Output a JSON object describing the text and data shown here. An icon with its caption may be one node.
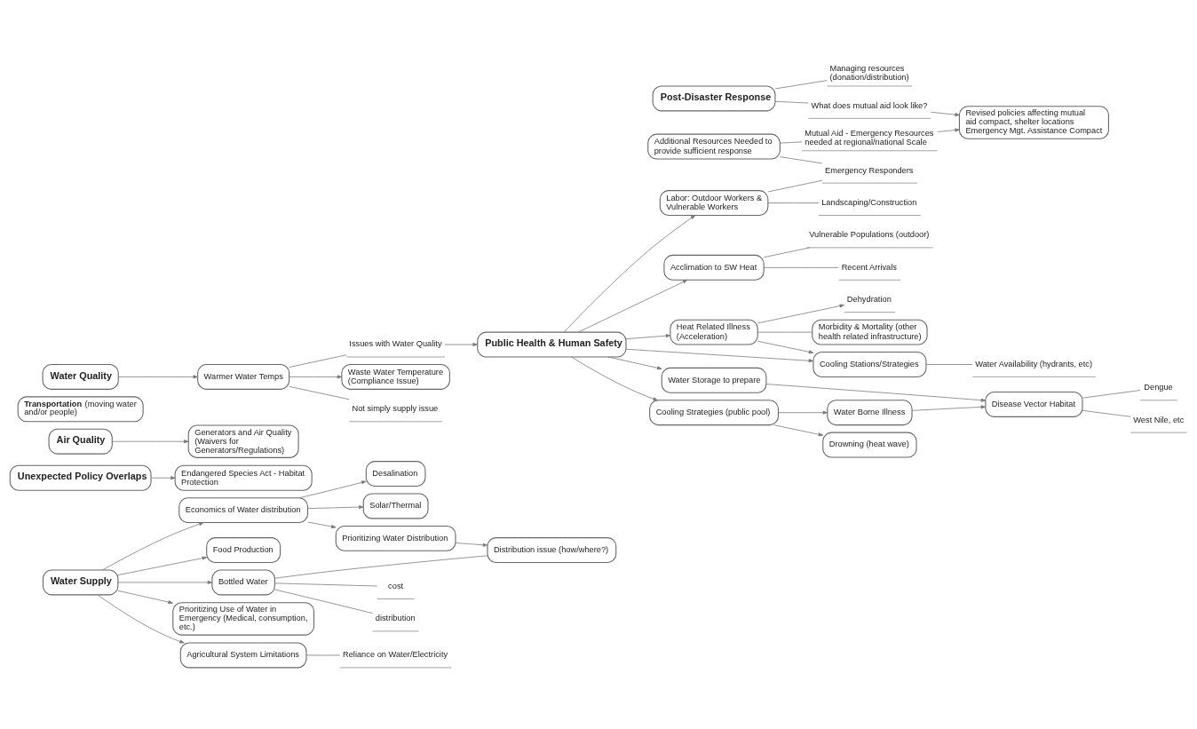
{
  "diagram": {
    "nodes": [
      {
        "text": [
          "Water Supply"
        ]
      },
      {
        "text": [
          "Economics of Water distribution"
        ]
      },
      {
        "text": [
          "Desalination"
        ]
      },
      {
        "text": [
          "Solar/Thermal"
        ]
      },
      {
        "text": [
          "Food Production"
        ]
      },
      {
        "text": [
          "Prioritizing Water Distribution"
        ]
      },
      {
        "text": [
          "Bottled Water"
        ]
      },
      {
        "text": [
          "Distribution issue (how/where?)"
        ]
      },
      {
        "text": [
          "cost"
        ]
      },
      {
        "text": [
          "distribution"
        ]
      },
      {
        "text": [
          "Prioritizing Use of Water in Emergency (Medical, consumption, etc.)"
        ]
      },
      {
        "text": [
          "Agricultural System Limitations"
        ]
      },
      {
        "text": [
          "Reliance on Water/Electricity"
        ]
      },
      {
        "text": [
          "Unexpected Policy Overlaps"
        ]
      },
      {
        "text": [
          "Endangered Species Act - Habitat Protection"
        ]
      },
      {
        "text": [
          "Air Quality"
        ]
      },
      {
        "text": [
          "Generators and Air Quality (Waivers for Generators/Regulations)"
        ]
      },
      {
        "text": [
          "**Transportation** (moving water and/or people)"
        ]
      },
      {
        "text": [
          "Post-Disaster Response"
        ]
      },
      {
        "text": [
          "Managing resources (donation/distribution)"
        ]
      },
      {
        "text": [
          "What does mutual aid look like?"
        ]
      },
      {
        "text": [
          "Warmer Water Temps"
        ]
      },
      {
        "text": [
          "Waste Water Temperature (Compliance Issue)"
        ]
      },
      {
        "text": [
          "Issues with Water Quality"
        ]
      },
      {
        "text": [
          "Not simply supply issue"
        ]
      },
      {
        "text": [
          "Water Quality"
        ]
      },
      {
        "text": [
          "Acclimation to SW Heat"
        ]
      },
      {
        "text": [
          "Vulnerable Populations (outdoor)"
        ]
      },
      {
        "text": [
          "Recent Arrivals"
        ]
      },
      {
        "text": [
          "Public Health & Human Safety"
        ]
      },
      {
        "text": [
          "Heat Related Illness (Acceleration)"
        ]
      },
      {
        "text": [
          "Dehydration"
        ]
      },
      {
        "text": [
          "Morbidity & Mortality (other health related infrastructure)"
        ]
      },
      {
        "text": [
          "Cooling Stations/Strategies"
        ]
      },
      {
        "text": [
          "Water Availability (hydrants, etc)"
        ]
      },
      {
        "text": [
          "Water Storage to prepare"
        ]
      },
      {
        "text": [
          "Cooling Strategies (public pool)"
        ]
      },
      {
        "text": [
          "Drowning (heat wave)"
        ]
      },
      {
        "text": [
          "Water Borne Illness"
        ]
      },
      {
        "text": [
          "Disease Vector Habitat"
        ]
      },
      {
        "text": [
          "Dengue"
        ]
      },
      {
        "text": [
          "West Nile, etc"
        ]
      },
      {
        "text": [
          "Labor: Outdoor Workers & Vulnerable Workers"
        ]
      },
      {
        "text": [
          "Landscaping/Construction"
        ]
      },
      {
        "text": [
          "Additional Resources Needed to provide sufficient response"
        ]
      },
      {
        "text": [
          "Emergency Responders"
        ]
      },
      {
        "text": [
          "Mutual Aid - Emergency Resources needed at regional/national Scale"
        ]
      },
      {
        "text": [
          "Revised policies affecting mutual aid compact, shelter locations Emergency Mgt. Assistance Compact"
        ]
      }
    ],
    "edges": [
      {
        "from": 0,
        "to": 1,
        "arrow": "to"
      },
      {
        "from": 1,
        "to": 2,
        "arrow": "to"
      },
      {
        "from": 1,
        "to": 3,
        "arrow": "to"
      },
      {
        "from": 0,
        "to": 4,
        "arrow": "to"
      },
      {
        "from": 1,
        "to": 5,
        "arrow": "to"
      },
      {
        "from": 0,
        "to": 6,
        "arrow": "to"
      },
      {
        "from": 5,
        "to": 7,
        "arrow": "to"
      },
      {
        "from": 6,
        "to": 7,
        "arrow": "none"
      },
      {
        "from": 6,
        "to": 8,
        "arrow": "none"
      },
      {
        "from": 6,
        "to": 9,
        "arrow": "none"
      },
      {
        "from": 0,
        "to": 10,
        "arrow": "to"
      },
      {
        "from": 0,
        "to": 11,
        "arrow": "to"
      },
      {
        "from": 11,
        "to": 12,
        "arrow": "none"
      },
      {
        "from": 13,
        "to": 14,
        "arrow": "to"
      },
      {
        "from": 15,
        "to": 16,
        "arrow": "to"
      },
      {
        "from": 18,
        "to": 19,
        "arrow": "none"
      },
      {
        "from": 18,
        "to": 20,
        "arrow": "none"
      },
      {
        "from": 20,
        "to": 47,
        "arrow": "to"
      },
      {
        "from": 21,
        "to": 22,
        "arrow": "to"
      },
      {
        "from": 21,
        "to": 23,
        "arrow": "none"
      },
      {
        "from": 21,
        "to": 24,
        "arrow": "none"
      },
      {
        "from": 25,
        "to": 21,
        "arrow": "to"
      },
      {
        "from": 23,
        "to": 29,
        "arrow": "to"
      },
      {
        "from": 29,
        "to": 26,
        "arrow": "to"
      },
      {
        "from": 26,
        "to": 27,
        "arrow": "none"
      },
      {
        "from": 26,
        "to": 28,
        "arrow": "none"
      },
      {
        "from": 29,
        "to": 30,
        "arrow": "to"
      },
      {
        "from": 30,
        "to": 31,
        "arrow": "to"
      },
      {
        "from": 30,
        "to": 32,
        "arrow": "none"
      },
      {
        "from": 30,
        "to": 33,
        "arrow": "to"
      },
      {
        "from": 29,
        "to": 33,
        "arrow": "to"
      },
      {
        "from": 33,
        "to": 34,
        "arrow": "none"
      },
      {
        "from": 29,
        "to": 35,
        "arrow": "to"
      },
      {
        "from": 29,
        "to": 36,
        "arrow": "to"
      },
      {
        "from": 36,
        "to": 37,
        "arrow": "to"
      },
      {
        "from": 36,
        "to": 38,
        "arrow": "to"
      },
      {
        "from": 35,
        "to": 39,
        "arrow": "to"
      },
      {
        "from": 38,
        "to": 39,
        "arrow": "to"
      },
      {
        "from": 39,
        "to": 40,
        "arrow": "none"
      },
      {
        "from": 39,
        "to": 41,
        "arrow": "none"
      },
      {
        "from": 29,
        "to": 42,
        "arrow": "to"
      },
      {
        "from": 42,
        "to": 43,
        "arrow": "none"
      },
      {
        "from": 42,
        "to": 45,
        "arrow": "none"
      },
      {
        "from": 44,
        "to": 45,
        "arrow": "none"
      },
      {
        "from": 44,
        "to": 46,
        "arrow": "none"
      },
      {
        "from": 46,
        "to": 47,
        "arrow": "to"
      }
    ]
  }
}
